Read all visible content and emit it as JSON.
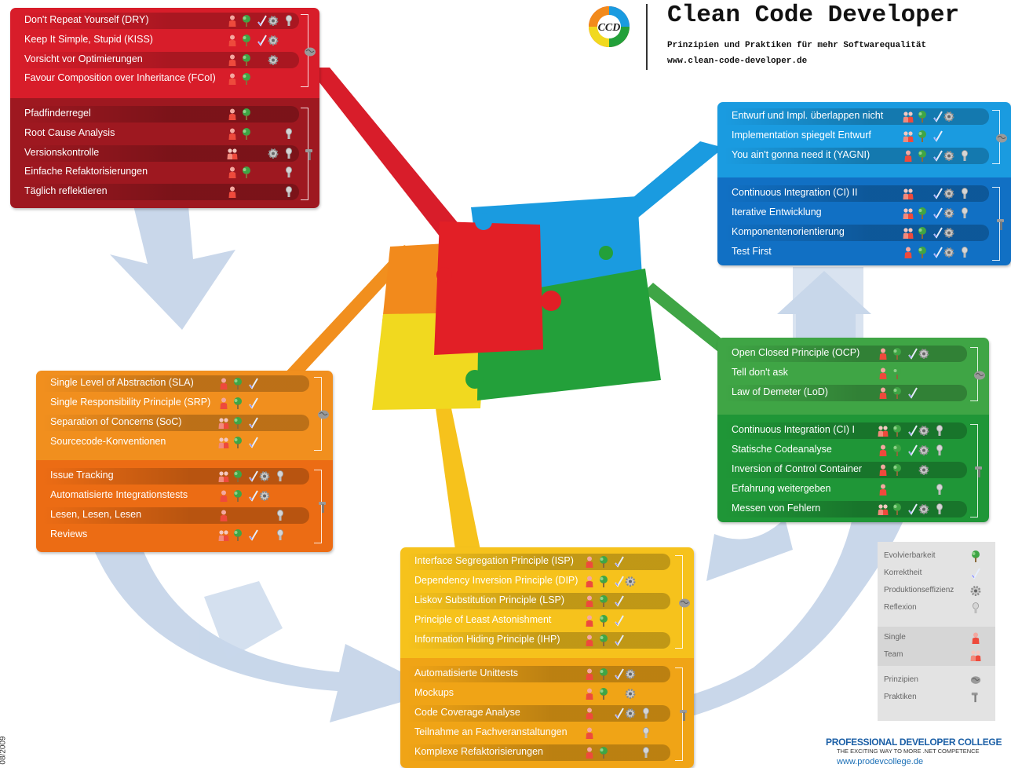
{
  "header": {
    "title": "Clean Code Developer",
    "subtitle": "Prinzipien und Praktiken für mehr Softwarequalität",
    "url": "www.clean-code-developer.de",
    "logo_text": "CCD"
  },
  "colors": {
    "red": "#d81d2a",
    "red_dark": "#9e1820",
    "blue": "#1a9be0",
    "blue_dark": "#1170c4",
    "green": "#3fa545",
    "green_dark": "#1f9637",
    "orange": "#f18f1e",
    "orange_dark": "#ec6c14",
    "yellow": "#f6c21c",
    "yellow_dark": "#f0a416",
    "arrow": "#c3d3e8"
  },
  "panels": {
    "red": {
      "principles": [
        {
          "label": "Don't Repeat Yourself (DRY)",
          "icons": [
            "single",
            "evolvability",
            "correctness",
            "production",
            "reflection"
          ]
        },
        {
          "label": "Keep It Simple, Stupid (KISS)",
          "icons": [
            "single",
            "evolvability",
            "correctness",
            "production"
          ]
        },
        {
          "label": "Vorsicht vor Optimierungen",
          "icons": [
            "single",
            "evolvability",
            "production"
          ]
        },
        {
          "label": "Favour Composition over Inheritance (FCoI)",
          "icons": [
            "single",
            "evolvability"
          ]
        }
      ],
      "practices": [
        {
          "label": "Pfadfinderregel",
          "icons": [
            "single",
            "evolvability"
          ]
        },
        {
          "label": "Root Cause Analysis",
          "icons": [
            "single",
            "evolvability",
            "reflection"
          ]
        },
        {
          "label": "Versionskontrolle",
          "icons": [
            "team",
            "production",
            "reflection"
          ]
        },
        {
          "label": "Einfache Refaktorisierungen",
          "icons": [
            "single",
            "evolvability",
            "reflection"
          ]
        },
        {
          "label": "Täglich reflektieren",
          "icons": [
            "single",
            "reflection"
          ]
        }
      ]
    },
    "blue": {
      "principles": [
        {
          "label": "Entwurf und Impl. überlappen nicht",
          "icons": [
            "team",
            "evolvability",
            "correctness",
            "production"
          ]
        },
        {
          "label": "Implementation spiegelt Entwurf",
          "icons": [
            "team",
            "evolvability",
            "correctness"
          ]
        },
        {
          "label": "You ain't gonna need it (YAGNI)",
          "icons": [
            "single",
            "evolvability",
            "correctness",
            "production",
            "reflection"
          ]
        }
      ],
      "practices": [
        {
          "label": "Continuous Integration (CI) II",
          "icons": [
            "team",
            "correctness",
            "production",
            "reflection"
          ]
        },
        {
          "label": "Iterative Entwicklung",
          "icons": [
            "team",
            "evolvability",
            "correctness",
            "production",
            "reflection"
          ]
        },
        {
          "label": "Komponentenorientierung",
          "icons": [
            "team",
            "evolvability",
            "correctness",
            "production"
          ]
        },
        {
          "label": "Test First",
          "icons": [
            "single",
            "evolvability",
            "correctness",
            "production",
            "reflection"
          ]
        }
      ]
    },
    "green": {
      "principles": [
        {
          "label": "Open Closed Principle (OCP)",
          "icons": [
            "single",
            "evolvability",
            "correctness",
            "production"
          ]
        },
        {
          "label": "Tell don't ask",
          "icons": [
            "single",
            "evolvability"
          ]
        },
        {
          "label": "Law of Demeter (LoD)",
          "icons": [
            "single",
            "evolvability",
            "correctness"
          ]
        }
      ],
      "practices": [
        {
          "label": "Continuous Integration (CI) I",
          "icons": [
            "team",
            "evolvability",
            "correctness",
            "production",
            "reflection"
          ]
        },
        {
          "label": "Statische Codeanalyse",
          "icons": [
            "single",
            "evolvability",
            "correctness",
            "production",
            "reflection"
          ]
        },
        {
          "label": "Inversion of Control Container",
          "icons": [
            "single",
            "evolvability",
            "production"
          ]
        },
        {
          "label": "Erfahrung weitergeben",
          "icons": [
            "single",
            "reflection"
          ]
        },
        {
          "label": "Messen von Fehlern",
          "icons": [
            "team",
            "evolvability",
            "correctness",
            "production",
            "reflection"
          ]
        }
      ]
    },
    "orange": {
      "principles": [
        {
          "label": "Single Level of Abstraction (SLA)",
          "icons": [
            "single",
            "evolvability",
            "correctness"
          ]
        },
        {
          "label": "Single Responsibility Principle (SRP)",
          "icons": [
            "single",
            "evolvability",
            "correctness"
          ]
        },
        {
          "label": "Separation of Concerns (SoC)",
          "icons": [
            "team",
            "evolvability",
            "correctness"
          ]
        },
        {
          "label": "Sourcecode-Konventionen",
          "icons": [
            "team",
            "evolvability",
            "correctness"
          ]
        }
      ],
      "practices": [
        {
          "label": "Issue Tracking",
          "icons": [
            "team",
            "evolvability",
            "correctness",
            "production",
            "reflection"
          ]
        },
        {
          "label": "Automatisierte Integrationstests",
          "icons": [
            "single",
            "evolvability",
            "correctness",
            "production"
          ]
        },
        {
          "label": "Lesen, Lesen, Lesen",
          "icons": [
            "single",
            "reflection"
          ]
        },
        {
          "label": "Reviews",
          "icons": [
            "team",
            "evolvability",
            "correctness",
            "reflection"
          ]
        }
      ]
    },
    "yellow": {
      "principles": [
        {
          "label": "Interface Segregation Principle (ISP)",
          "icons": [
            "single",
            "evolvability",
            "correctness"
          ]
        },
        {
          "label": "Dependency Inversion Principle (DIP)",
          "icons": [
            "single",
            "evolvability",
            "correctness",
            "production"
          ]
        },
        {
          "label": "Liskov Substitution Principle (LSP)",
          "icons": [
            "single",
            "evolvability",
            "correctness"
          ]
        },
        {
          "label": "Principle of Least Astonishment",
          "icons": [
            "single",
            "evolvability",
            "correctness"
          ]
        },
        {
          "label": "Information Hiding Principle (IHP)",
          "icons": [
            "single",
            "evolvability",
            "correctness"
          ]
        }
      ],
      "practices": [
        {
          "label": "Automatisierte Unittests",
          "icons": [
            "single",
            "evolvability",
            "correctness",
            "production"
          ]
        },
        {
          "label": "Mockups",
          "icons": [
            "single",
            "evolvability",
            "production"
          ]
        },
        {
          "label": "Code Coverage Analyse",
          "icons": [
            "single",
            "correctness",
            "production",
            "reflection"
          ]
        },
        {
          "label": "Teilnahme an Fachveranstaltungen",
          "icons": [
            "single",
            "reflection"
          ]
        },
        {
          "label": "Komplexe Refaktorisierungen",
          "icons": [
            "single",
            "evolvability",
            "reflection"
          ]
        }
      ]
    }
  },
  "legend": {
    "values": [
      {
        "label": "Evolvierbarkeit",
        "icon": "evolvability"
      },
      {
        "label": "Korrektheit",
        "icon": "correctness"
      },
      {
        "label": "Produktionseffizienz",
        "icon": "production"
      },
      {
        "label": "Reflexion",
        "icon": "reflection"
      }
    ],
    "scope": [
      {
        "label": "Single",
        "icon": "single"
      },
      {
        "label": "Team",
        "icon": "team"
      }
    ],
    "kinds": [
      {
        "label": "Prinzipien",
        "icon": "brain"
      },
      {
        "label": "Praktiken",
        "icon": "hammer"
      }
    ]
  },
  "footer": {
    "college_name": "PROFESSIONAL DEVELOPER COLLEGE",
    "college_tagline": "THE EXCITING WAY TO MORE .NET COMPETENCE",
    "college_url": "www.prodevcollege.de",
    "date": "08/2009"
  }
}
